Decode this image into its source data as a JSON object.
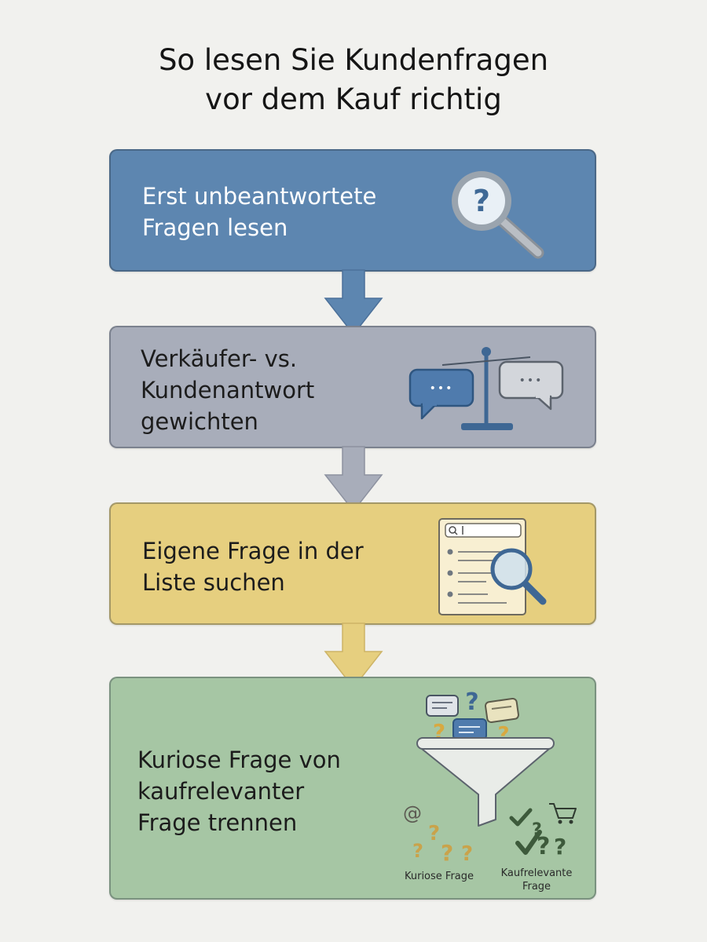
{
  "title": {
    "line1": "So lesen Sie Kundenfragen",
    "line2": "vor dem Kauf richtig"
  },
  "steps": [
    {
      "lines": [
        "Erst unbeantwortete",
        "Fragen lesen"
      ],
      "color": "#5d86b0",
      "icon": "magnifier-question-icon"
    },
    {
      "lines": [
        "Verkäufer- vs.",
        "Kundenantwort",
        "gewichten"
      ],
      "color": "#a8adba",
      "icon": "balance-scale-chat-icon"
    },
    {
      "lines": [
        "Eigene Frage in der",
        "Liste suchen"
      ],
      "color": "#e6cf7f",
      "icon": "search-list-icon"
    },
    {
      "lines": [
        "Kuriose Frage von",
        "kaufrelevanter",
        "Frage trennen"
      ],
      "color": "#a6c6a4",
      "icon": "question-funnel-icon",
      "outputs": {
        "curious": "Kuriose Frage",
        "relevant_line1": "Kaufrelevante",
        "relevant_line2": "Frage"
      }
    }
  ],
  "icon_glyphs": {
    "question": "?",
    "dots": "•••"
  }
}
